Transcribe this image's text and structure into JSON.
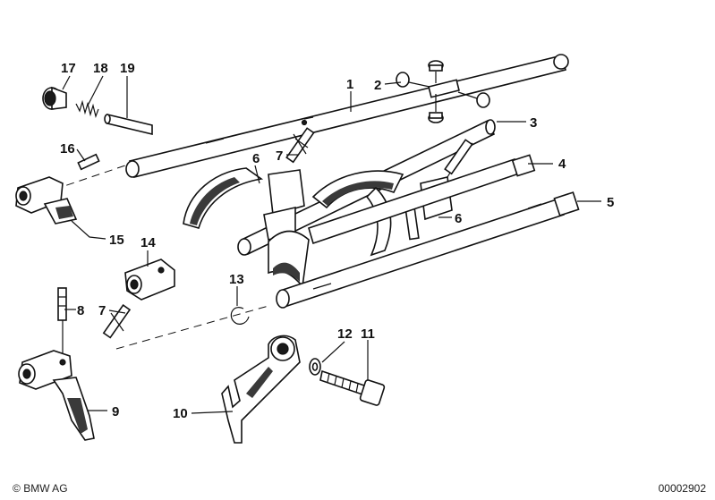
{
  "labels": {
    "1": "1",
    "2": "2",
    "3": "3",
    "4": "4",
    "5": "5",
    "6a": "6",
    "6b": "6",
    "7a": "7",
    "7b": "7",
    "8": "8",
    "9": "9",
    "10": "10",
    "11": "11",
    "12": "12",
    "13": "13",
    "14": "14",
    "15": "15",
    "16": "16",
    "17": "17",
    "18": "18",
    "19": "19"
  },
  "footer": {
    "brand": "BMW AG",
    "doc_number": "00002902"
  }
}
